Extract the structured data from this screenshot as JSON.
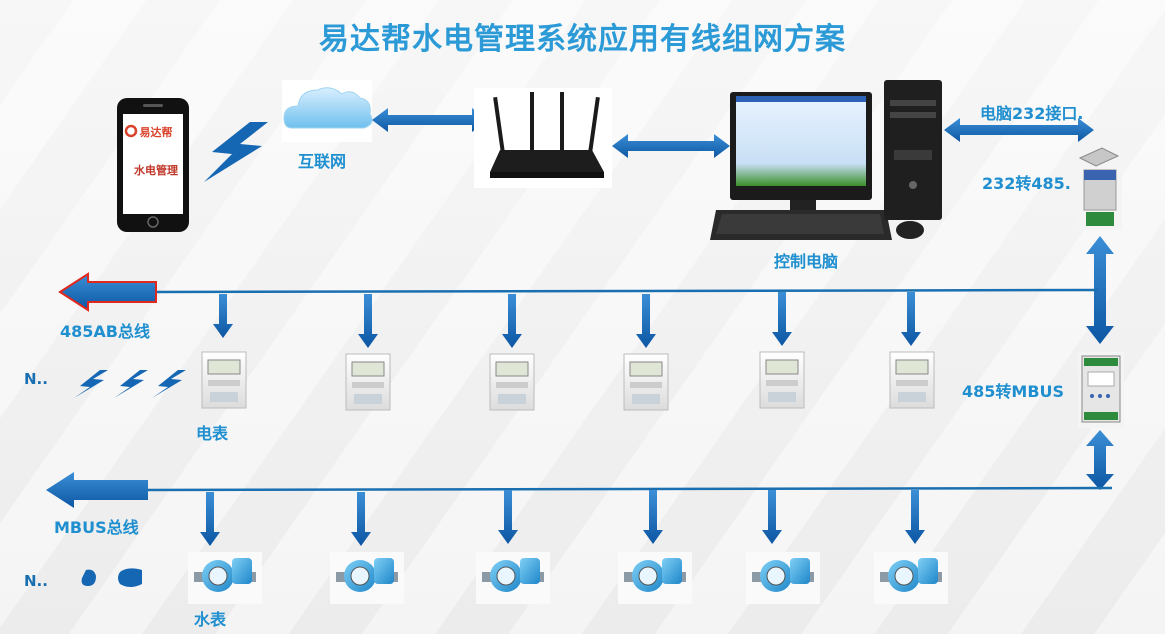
{
  "title": "易达帮水电管理系统应用有线组网方案",
  "phone": {
    "logo": "易达帮",
    "app_label": "水电管理"
  },
  "labels": {
    "internet": "互联网",
    "control_pc": "控制电脑",
    "pc_port": "电脑232接口.",
    "converter_232_485": "232转485.",
    "converter_485_mbus": "485转MBUS",
    "bus_485": "485AB总线",
    "bus_mbus": "MBUS总线",
    "electric_meter": "电表",
    "water_meter": "水表",
    "n_electric": "N..",
    "n_water": "N.."
  },
  "colors": {
    "title": "#2b9ad6",
    "line": "#1a6fb0",
    "arrow": "#1566b3",
    "label": "#1f8fd0"
  }
}
